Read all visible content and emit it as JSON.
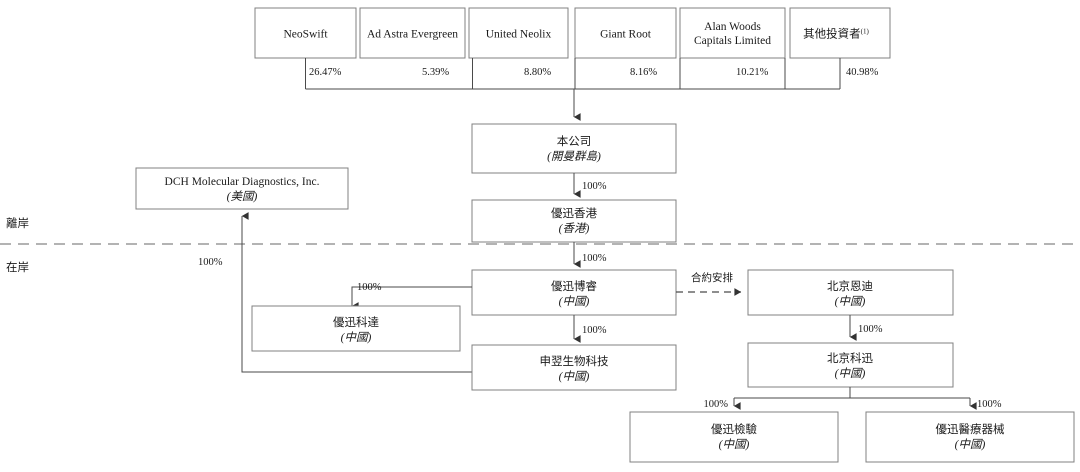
{
  "diagram": {
    "title": "Shareholding and corporate structure chart",
    "side_labels": {
      "offshore": "離岸",
      "onshore": "在岸"
    },
    "shareholders": [
      {
        "name": "NeoSwift",
        "pct": "26.47%"
      },
      {
        "name": "Ad Astra Evergreen",
        "pct": "5.39%"
      },
      {
        "name": "United Neolix",
        "pct": "8.80%"
      },
      {
        "name": "Giant Root",
        "pct": "8.16%"
      },
      {
        "name": "Alan Woods Capitals Limited",
        "name_line1": "Alan Woods",
        "name_line2": "Capitals Limited",
        "pct": "10.21%"
      },
      {
        "name": "其他投資者",
        "note": "(1)",
        "pct": "40.98%"
      }
    ],
    "entities": {
      "company": {
        "name": "本公司",
        "region": "(開曼群島)"
      },
      "hk": {
        "name": "優迅香港",
        "region": "(香港)"
      },
      "dch": {
        "name": "DCH Molecular Diagnostics, Inc.",
        "region": "(美國)"
      },
      "borui": {
        "name": "優迅博睿",
        "region": "(中國)"
      },
      "keda": {
        "name": "優迅科達",
        "region": "(中國)"
      },
      "shenyi": {
        "name": "申翌生物科技",
        "region": "(中國)"
      },
      "endi": {
        "name": "北京恩迪",
        "region": "(中國)"
      },
      "kexun": {
        "name": "北京科迅",
        "region": "(中國)"
      },
      "jianyan": {
        "name": "優迅檢驗",
        "region": "(中國)"
      },
      "yiliao": {
        "name": "優迅醫療器械",
        "region": "(中國)"
      }
    },
    "edges": {
      "company_to_hk": "100%",
      "hk_to_borui": "100%",
      "borui_to_keda": "100%",
      "borui_to_shenyi": "100%",
      "borui_to_endi": "合約安排",
      "endi_to_kexun": "100%",
      "kexun_to_jianyan": "100%",
      "kexun_to_yiliao": "100%",
      "shenyi_to_dch": "100%"
    },
    "colors": {
      "box_stroke": "#808080",
      "line": "#4a4a4a",
      "divider": "#9a9a9a",
      "text": "#1a1a1a",
      "background": "#ffffff"
    }
  }
}
